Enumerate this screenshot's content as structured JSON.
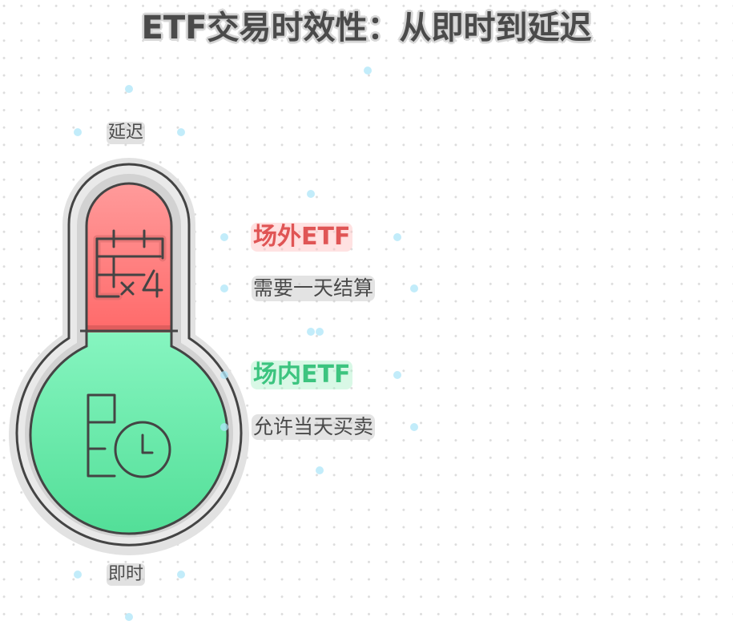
{
  "title": "ETF交易时效性：从即时到延迟",
  "scale": {
    "top_label": "延迟",
    "bottom_label": "即时"
  },
  "thermometer": {
    "top_segment": {
      "color": "#ff7a7a",
      "icon": "calendar-x4-icon"
    },
    "bottom_segment": {
      "color": "#6ee8a8",
      "icon": "schedule-clock-icon"
    }
  },
  "items": [
    {
      "heading": "场外ETF",
      "description": "需要一天结算",
      "color": "#e05555"
    },
    {
      "heading": "场内ETF",
      "description": "允许当天买卖",
      "color": "#3cc47f"
    }
  ]
}
